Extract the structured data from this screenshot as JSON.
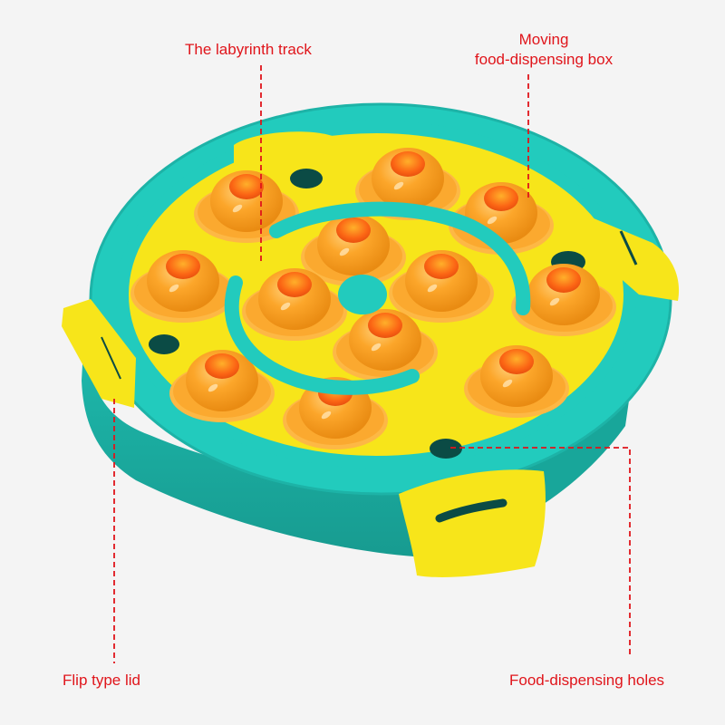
{
  "callouts": {
    "labyrinth_track": "The labyrinth track",
    "moving_box_line1": "Moving",
    "moving_box_line2": "food-dispensing box",
    "flip_lid": "Flip type lid",
    "dispensing_holes": "Food-dispensing holes"
  },
  "colors": {
    "background": "#f4f4f4",
    "callout_red": "#e0151b",
    "base_teal": "#22cbbd",
    "base_teal_shadow": "#19a99d",
    "board_yellow": "#f7e51a",
    "cup_orange": "#fba52a",
    "cup_hole": "#fb6414",
    "hole_dark": "#0b4b45"
  }
}
